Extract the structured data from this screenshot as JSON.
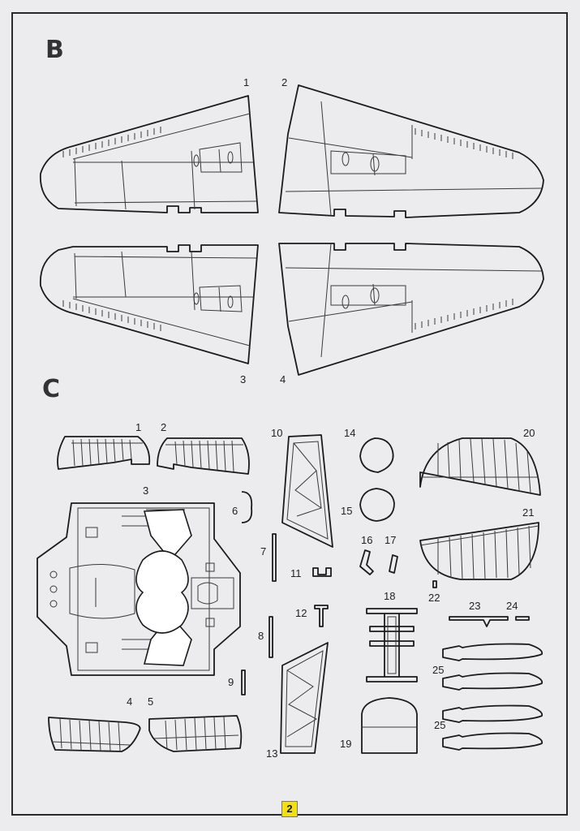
{
  "sections": {
    "b": "B",
    "c": "C"
  },
  "page_number": "2",
  "labels": {
    "b1": "1",
    "b2": "2",
    "b3": "3",
    "b4": "4",
    "c1": "1",
    "c2": "2",
    "c3": "3",
    "c4": "4",
    "c5": "5",
    "c6": "6",
    "c7": "7",
    "c8": "8",
    "c9": "9",
    "c10": "10",
    "c11": "11",
    "c12": "12",
    "c13": "13",
    "c14": "14",
    "c15": "15",
    "c16": "16",
    "c17": "17",
    "c18": "18",
    "c19": "19",
    "c20": "20",
    "c21": "21",
    "c22": "22",
    "c23": "23",
    "c24": "24",
    "c25a": "25",
    "c25b": "25"
  }
}
